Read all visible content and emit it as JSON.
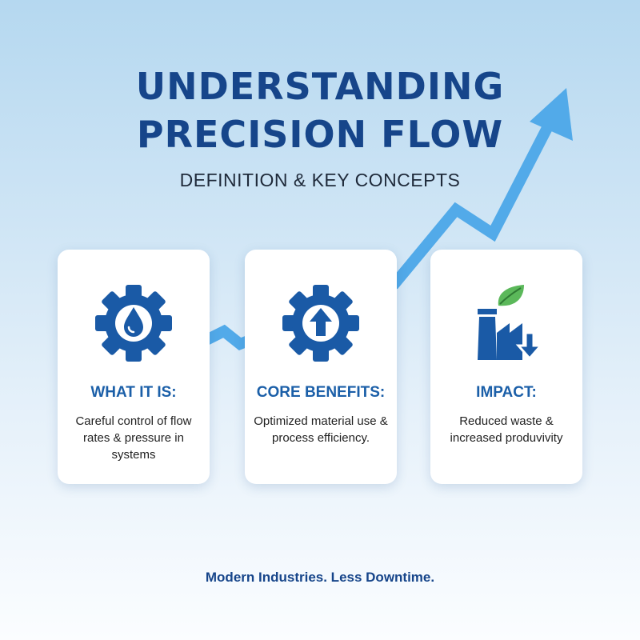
{
  "header": {
    "title_line1": "UNDERSTANDING",
    "title_line2": "PRECISION FLOW",
    "subtitle": "DEFINITION & KEY CONCEPTS"
  },
  "cards": [
    {
      "title": "WHAT IT IS:",
      "text": "Careful control of flow rates & pressure in systems",
      "icon": "gear-water-drop-icon"
    },
    {
      "title": "CORE BENEFITS:",
      "text": "Optimized material use & process efficiency.",
      "icon": "gear-up-arrow-icon"
    },
    {
      "title": "IMPACT:",
      "text": "Reduced waste & increased produvivity",
      "icon": "factory-leaf-icon"
    }
  ],
  "footer": {
    "tagline": "Modern Industries. Less Downtime."
  },
  "colors": {
    "primary_blue": "#1a5aa6",
    "title_blue": "#16458a",
    "arrow_blue": "#4ea8e8",
    "leaf_green": "#5bb85a"
  }
}
